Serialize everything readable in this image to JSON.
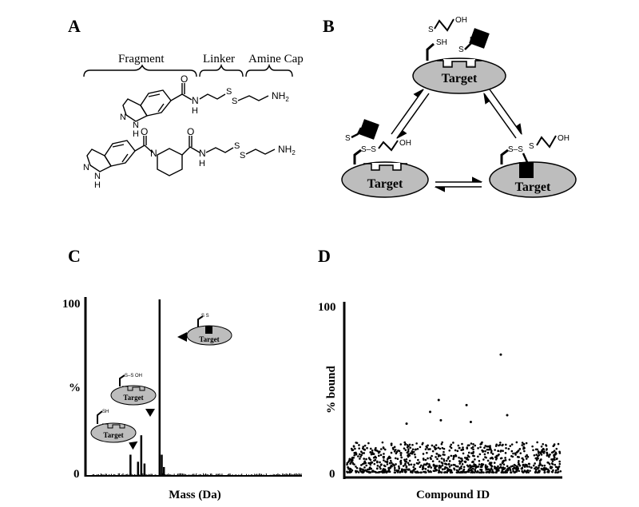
{
  "panels": {
    "A": {
      "letter": "A",
      "headers": {
        "fragment": "Fragment",
        "linker": "Linker",
        "cap": "Amine Cap"
      },
      "chem": {
        "nh2": "NH",
        "sub2": "2",
        "h": "H",
        "n": "N",
        "s": "S"
      }
    },
    "B": {
      "letter": "B",
      "target_label": "Target",
      "chem": {
        "sh": "SH",
        "oh": "OH",
        "s": "S",
        "ss": "S–S"
      }
    },
    "C": {
      "letter": "C",
      "yaxis": {
        "top": "100",
        "mid": "%",
        "bottom": "0"
      },
      "xlabel": "Mass (Da)",
      "inset_target": "Target",
      "inset_sh": "SH",
      "inset_ssoh": "S–S OH",
      "inset_ss": "S  S"
    },
    "D": {
      "letter": "D",
      "ylabel": "% bound",
      "xlabel": "Compound ID",
      "yaxis": {
        "top": "100",
        "bottom": "0"
      }
    }
  },
  "chart_data": [
    {
      "type": "line",
      "panel": "C",
      "xlabel": "Mass (Da)",
      "ylabel": "%",
      "ylim": [
        0,
        100
      ],
      "peaks": [
        {
          "position": 0.205,
          "height": 12
        },
        {
          "position": 0.24,
          "height": 8
        },
        {
          "position": 0.255,
          "height": 23
        },
        {
          "position": 0.27,
          "height": 7
        },
        {
          "position": 0.34,
          "height": 100
        },
        {
          "position": 0.35,
          "height": 12
        },
        {
          "position": 0.36,
          "height": 5
        }
      ]
    },
    {
      "type": "scatter",
      "panel": "D",
      "xlabel": "Compound ID",
      "ylabel": "% bound",
      "ylim": [
        0,
        100
      ],
      "n_points": 1000,
      "typical_range": [
        2,
        20
      ],
      "outliers": [
        {
          "x": 0.72,
          "y": 72
        },
        {
          "x": 0.43,
          "y": 45
        },
        {
          "x": 0.39,
          "y": 38
        },
        {
          "x": 0.56,
          "y": 42
        },
        {
          "x": 0.75,
          "y": 36
        },
        {
          "x": 0.58,
          "y": 32
        },
        {
          "x": 0.44,
          "y": 33
        },
        {
          "x": 0.28,
          "y": 31
        }
      ]
    }
  ]
}
